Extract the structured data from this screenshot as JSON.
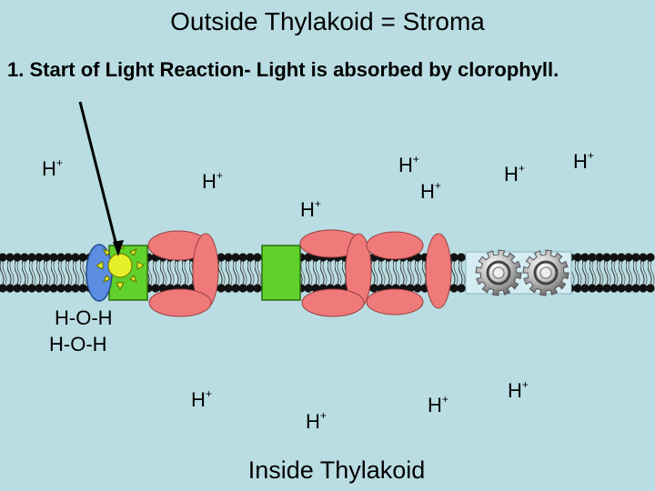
{
  "header": {
    "title": "Outside Thylakoid = Stroma"
  },
  "step": {
    "text": "1.  Start of Light Reaction- Light is absorbed by clorophyll."
  },
  "footer": {
    "title": "Inside Thylakoid"
  },
  "ions": {
    "symbol": "H",
    "charge": "+",
    "stroma": [
      "H",
      "H",
      "H",
      "H",
      "H",
      "H",
      "H"
    ],
    "lumen": [
      "H",
      "H",
      "H",
      "H"
    ]
  },
  "water": [
    "H-O-H",
    "H-O-H"
  ],
  "colors": {
    "background": "#b9dde2",
    "membrane_head": "#111111",
    "protein_pink": "#f07a7a",
    "protein_green": "#5fd12a",
    "protein_blue": "#5b8ee0",
    "chlorophyll": "#e6f02a"
  }
}
